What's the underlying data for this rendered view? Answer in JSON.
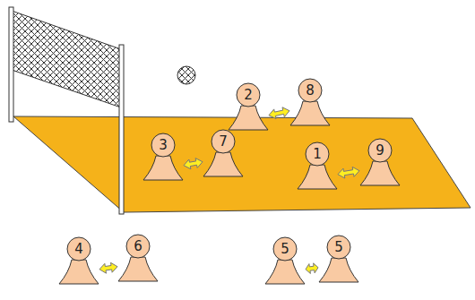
{
  "diagram": {
    "nodes": [
      {
        "text": [
          "2"
        ]
      },
      {
        "text": [
          "8"
        ]
      },
      {
        "text": [
          "3"
        ]
      },
      {
        "text": [
          "7"
        ]
      },
      {
        "text": [
          "1"
        ]
      },
      {
        "text": [
          "9"
        ]
      },
      {
        "text": [
          "4"
        ]
      },
      {
        "text": [
          "6"
        ]
      },
      {
        "text": [
          "5"
        ]
      },
      {
        "text": [
          "5"
        ]
      }
    ],
    "edges": [
      {
        "from": 0,
        "to": 1,
        "arrow": "both"
      },
      {
        "from": 2,
        "to": 3,
        "arrow": "both"
      },
      {
        "from": 4,
        "to": 5,
        "arrow": "both"
      },
      {
        "from": 6,
        "to": 7,
        "arrow": "both"
      },
      {
        "from": 8,
        "to": 9,
        "arrow": "both"
      }
    ]
  }
}
